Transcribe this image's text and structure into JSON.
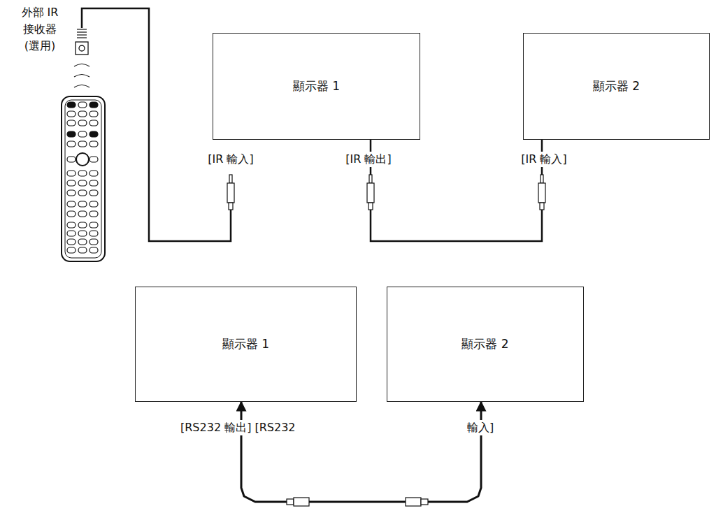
{
  "diagram": {
    "nodes": [
      {
        "text": [
          "顯示器 1"
        ]
      },
      {
        "text": [
          "顯示器 2"
        ]
      },
      {
        "text": [
          "顯示器 1"
        ]
      },
      {
        "text": [
          "顯示器 2"
        ]
      }
    ],
    "edges": [
      {
        "from": 0,
        "to": 1,
        "arrow": "none"
      },
      {
        "from": 2,
        "to": 3,
        "arrow": "both"
      }
    ],
    "labels": [
      "外部 IR 接收器 (選用)",
      "[IR 輸入]",
      "[IR 輸出]",
      "[IR 輸入]",
      "[RS232 輸出] [RS232",
      "輸入]"
    ]
  }
}
